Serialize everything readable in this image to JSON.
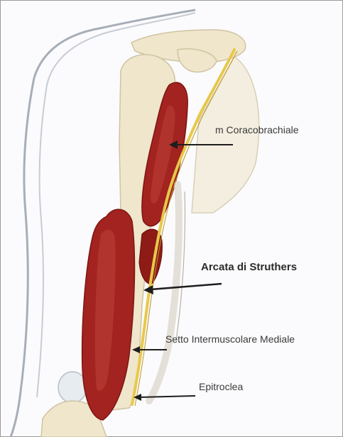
{
  "labels": {
    "coracobrachialis": "m Coracobrachiale",
    "struthers": "Arcata di Struthers",
    "septum": "Setto Intermuscolare Mediale",
    "epicondyle": "Epitroclea"
  },
  "colors": {
    "muscle": "#a2231f",
    "muscle_dark": "#7e1512",
    "bone": "#efe6cc",
    "nerve": "#e8c84a",
    "skin_outline": "#9aa2ad",
    "background": "#fbfbfd"
  }
}
